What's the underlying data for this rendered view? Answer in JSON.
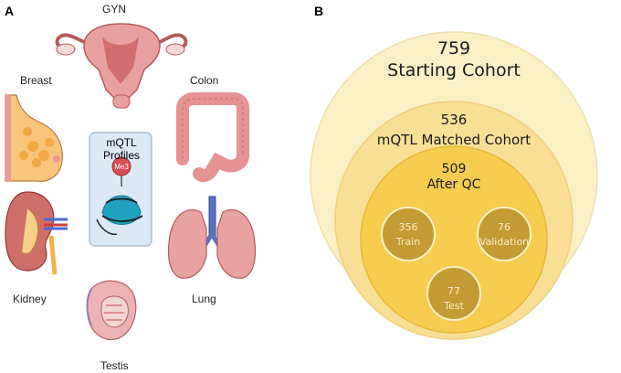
{
  "panel_a": {
    "letter": "A",
    "organs": {
      "gyn": "GYN",
      "breast": "Breast",
      "colon": "Colon",
      "kidney": "Kidney",
      "lung": "Lung",
      "testis": "Testis"
    },
    "center_box": {
      "line1": "mQTL",
      "line2": "Profiles",
      "badge": "Me3"
    }
  },
  "panel_b": {
    "letter": "B",
    "starting": {
      "count": "759",
      "label": "Starting Cohort"
    },
    "matched": {
      "count": "536",
      "label": "mQTL Matched Cohort"
    },
    "after_qc": {
      "count": "509",
      "label": "After QC"
    },
    "train": {
      "count": "356",
      "label": "Train"
    },
    "validation": {
      "count": "76",
      "label": "Validation"
    },
    "test": {
      "count": "77",
      "label": "Test"
    }
  },
  "colors": {
    "outer_circle": "#fbefc6",
    "middle_circle": "#f8df95",
    "inner_circle": "#f6cc4f",
    "split_circle": "#c49a32",
    "center_box": "#dbe8f6",
    "organ_pink": "#e79a9a",
    "organ_yellow": "#f3b246"
  }
}
